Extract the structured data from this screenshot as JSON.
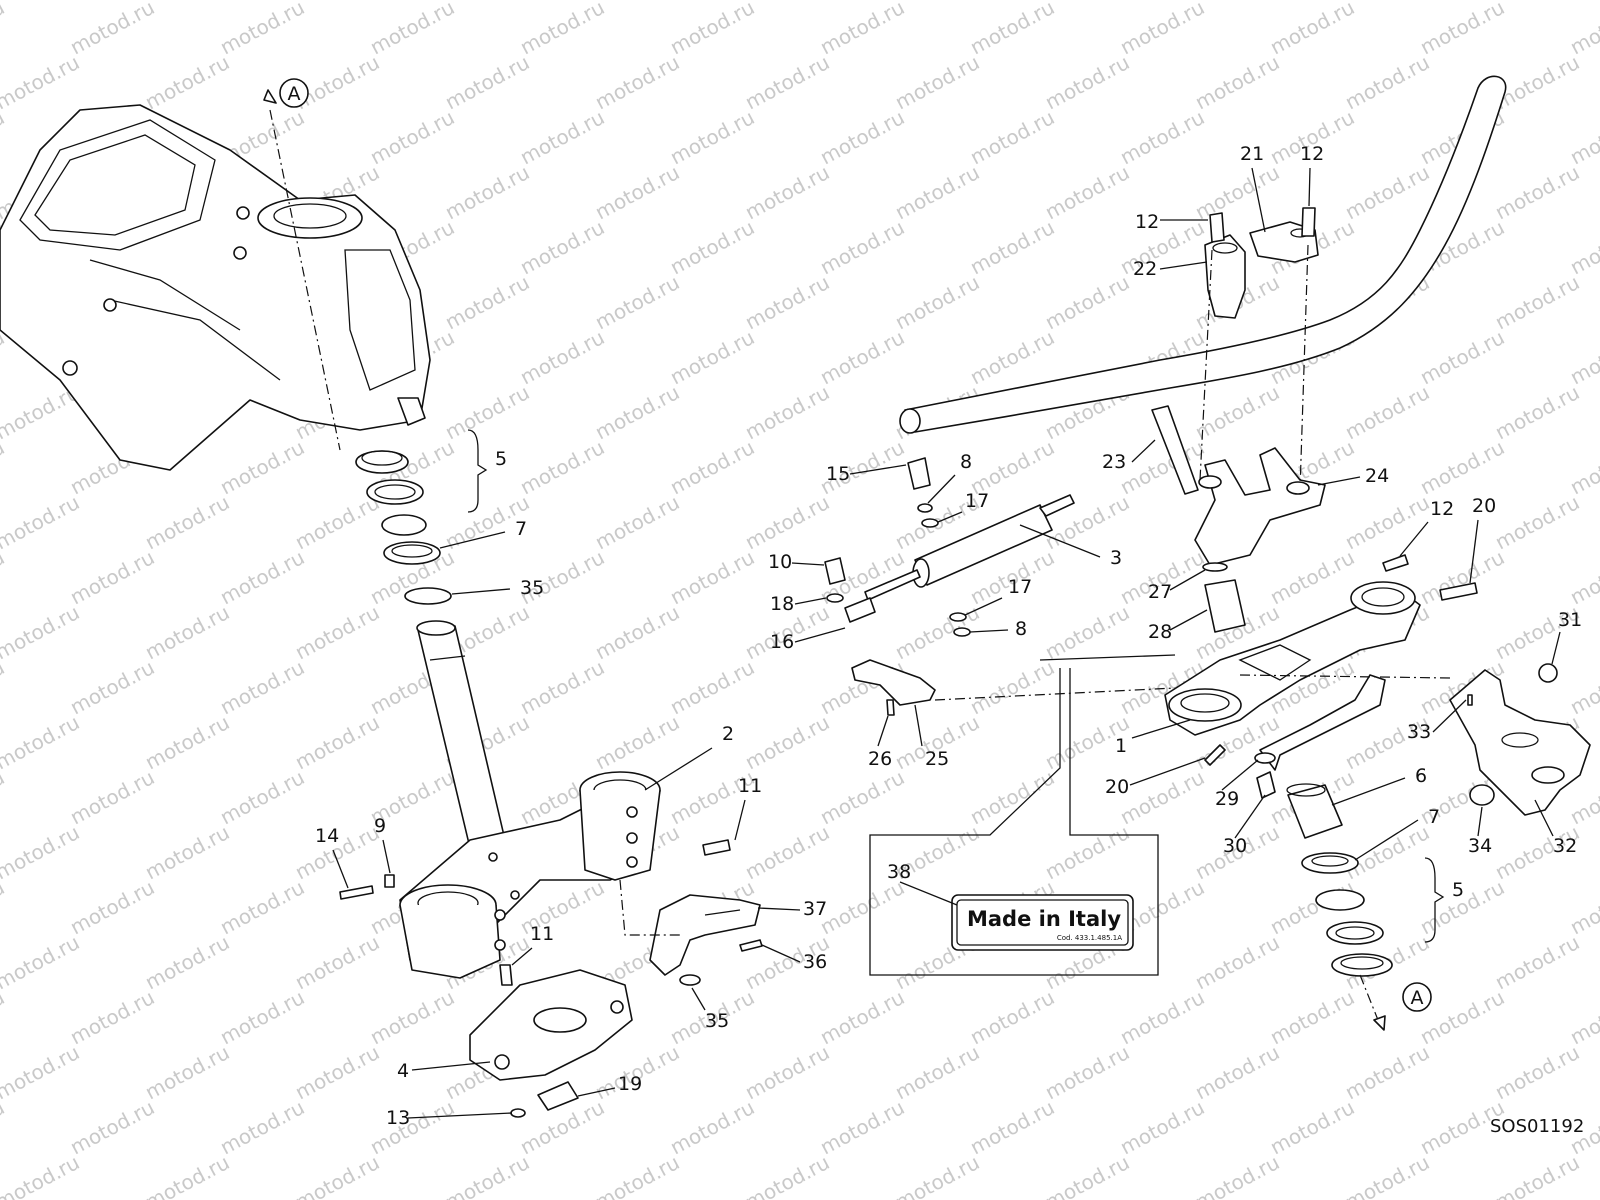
{
  "diagram": {
    "watermark_text": "motod.ru",
    "drawing_code": "SOS01192",
    "reference_marker": "A",
    "label_plate": {
      "text": "Made in Italy",
      "code": "Cod. 433.1.485.1A"
    },
    "callouts": [
      {
        "id": "c1",
        "text": "1"
      },
      {
        "id": "c2",
        "text": "2"
      },
      {
        "id": "c3",
        "text": "3"
      },
      {
        "id": "c4",
        "text": "4"
      },
      {
        "id": "c5a",
        "text": "5"
      },
      {
        "id": "c5b",
        "text": "5"
      },
      {
        "id": "c6",
        "text": "6"
      },
      {
        "id": "c7a",
        "text": "7"
      },
      {
        "id": "c7b",
        "text": "7"
      },
      {
        "id": "c8a",
        "text": "8"
      },
      {
        "id": "c8b",
        "text": "8"
      },
      {
        "id": "c9",
        "text": "9"
      },
      {
        "id": "c10",
        "text": "10"
      },
      {
        "id": "c11a",
        "text": "11"
      },
      {
        "id": "c11b",
        "text": "11"
      },
      {
        "id": "c12a",
        "text": "12"
      },
      {
        "id": "c12b",
        "text": "12"
      },
      {
        "id": "c12c",
        "text": "12"
      },
      {
        "id": "c13",
        "text": "13"
      },
      {
        "id": "c14",
        "text": "14"
      },
      {
        "id": "c15",
        "text": "15"
      },
      {
        "id": "c16",
        "text": "16"
      },
      {
        "id": "c17a",
        "text": "17"
      },
      {
        "id": "c17b",
        "text": "17"
      },
      {
        "id": "c18",
        "text": "18"
      },
      {
        "id": "c19",
        "text": "19"
      },
      {
        "id": "c20a",
        "text": "20"
      },
      {
        "id": "c20b",
        "text": "20"
      },
      {
        "id": "c21",
        "text": "21"
      },
      {
        "id": "c22",
        "text": "22"
      },
      {
        "id": "c23",
        "text": "23"
      },
      {
        "id": "c24",
        "text": "24"
      },
      {
        "id": "c25",
        "text": "25"
      },
      {
        "id": "c26",
        "text": "26"
      },
      {
        "id": "c27",
        "text": "27"
      },
      {
        "id": "c28",
        "text": "28"
      },
      {
        "id": "c29",
        "text": "29"
      },
      {
        "id": "c30",
        "text": "30"
      },
      {
        "id": "c31",
        "text": "31"
      },
      {
        "id": "c32",
        "text": "32"
      },
      {
        "id": "c33",
        "text": "33"
      },
      {
        "id": "c34",
        "text": "34"
      },
      {
        "id": "c35a",
        "text": "35"
      },
      {
        "id": "c35b",
        "text": "35"
      },
      {
        "id": "c36",
        "text": "36"
      },
      {
        "id": "c37",
        "text": "37"
      },
      {
        "id": "c38",
        "text": "38"
      }
    ]
  }
}
